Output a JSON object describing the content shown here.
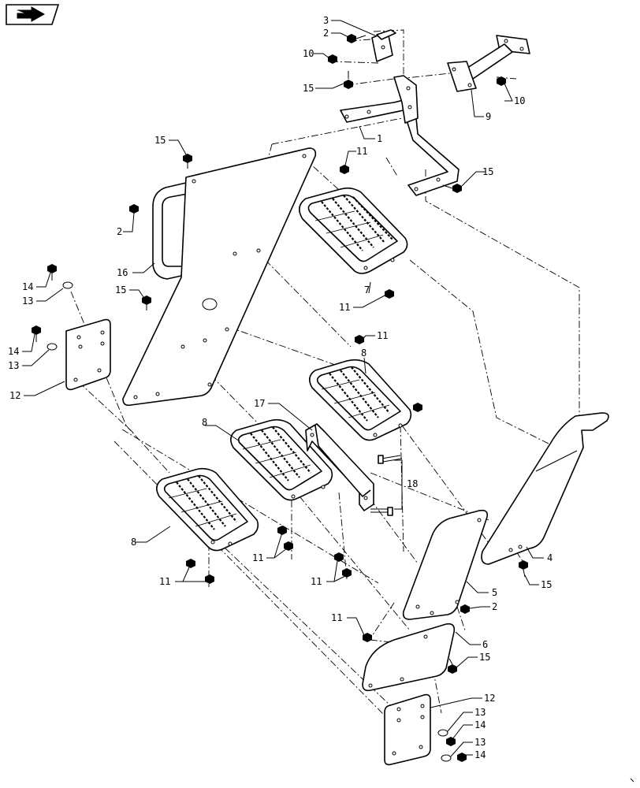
{
  "diagram": {
    "corner_icon": "arrow-in-box-icon",
    "callouts": [
      {
        "id": "c3",
        "text": "3"
      },
      {
        "id": "c2a",
        "text": "2"
      },
      {
        "id": "c10a",
        "text": "10"
      },
      {
        "id": "c15a",
        "text": "15"
      },
      {
        "id": "c1",
        "text": "1"
      },
      {
        "id": "c9",
        "text": "9"
      },
      {
        "id": "c10b",
        "text": "10"
      },
      {
        "id": "c15b",
        "text": "15"
      },
      {
        "id": "c11a",
        "text": "11"
      },
      {
        "id": "c15c",
        "text": "15"
      },
      {
        "id": "c2b",
        "text": "2"
      },
      {
        "id": "c16",
        "text": "16"
      },
      {
        "id": "c15d",
        "text": "15"
      },
      {
        "id": "c7",
        "text": "7"
      },
      {
        "id": "c11b",
        "text": "11"
      },
      {
        "id": "c14a",
        "text": "14"
      },
      {
        "id": "c13a",
        "text": "13"
      },
      {
        "id": "c14b",
        "text": "14"
      },
      {
        "id": "c13b",
        "text": "13"
      },
      {
        "id": "c12a",
        "text": "12"
      },
      {
        "id": "c11c",
        "text": "11"
      },
      {
        "id": "c8a",
        "text": "8"
      },
      {
        "id": "c17",
        "text": "17"
      },
      {
        "id": "c8b",
        "text": "8"
      },
      {
        "id": "c18",
        "text": "18"
      },
      {
        "id": "c8c",
        "text": "8"
      },
      {
        "id": "c11d",
        "text": "11"
      },
      {
        "id": "c11e",
        "text": "11"
      },
      {
        "id": "c11f",
        "text": "11"
      },
      {
        "id": "c4",
        "text": "4"
      },
      {
        "id": "c15e",
        "text": "15"
      },
      {
        "id": "c5",
        "text": "5"
      },
      {
        "id": "c2c",
        "text": "2"
      },
      {
        "id": "c11g",
        "text": "11"
      },
      {
        "id": "c6",
        "text": "6"
      },
      {
        "id": "c15f",
        "text": "15"
      },
      {
        "id": "c12b",
        "text": "12"
      },
      {
        "id": "c13c",
        "text": "13"
      },
      {
        "id": "c14c",
        "text": "14"
      },
      {
        "id": "c13d",
        "text": "13"
      },
      {
        "id": "c14d",
        "text": "14"
      }
    ]
  }
}
